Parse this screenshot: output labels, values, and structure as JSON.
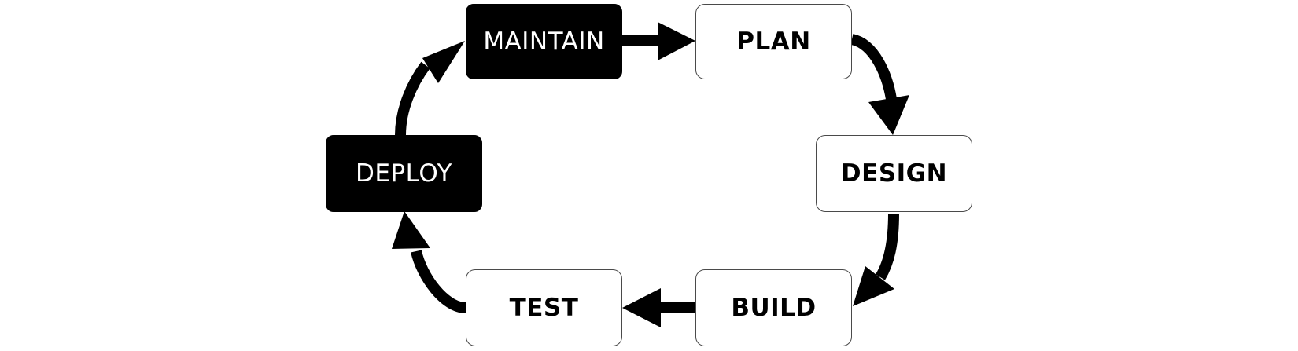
{
  "diagram": {
    "type": "cycle",
    "nodes": [
      {
        "id": "maintain",
        "label": "MAINTAIN",
        "style": "dark"
      },
      {
        "id": "plan",
        "label": "PLAN",
        "style": "light"
      },
      {
        "id": "design",
        "label": "DESIGN",
        "style": "light"
      },
      {
        "id": "build",
        "label": "BUILD",
        "style": "light"
      },
      {
        "id": "test",
        "label": "TEST",
        "style": "light"
      },
      {
        "id": "deploy",
        "label": "DEPLOY",
        "style": "dark"
      }
    ],
    "edges": [
      {
        "from": "maintain",
        "to": "plan"
      },
      {
        "from": "plan",
        "to": "design"
      },
      {
        "from": "design",
        "to": "build"
      },
      {
        "from": "build",
        "to": "test"
      },
      {
        "from": "test",
        "to": "deploy"
      },
      {
        "from": "deploy",
        "to": "maintain"
      }
    ],
    "colors": {
      "dark_fill": "#000000",
      "dark_text": "#ffffff",
      "light_fill": "#ffffff",
      "light_text": "#000000",
      "light_border": "#4a4a4a",
      "arrow": "#000000"
    }
  }
}
